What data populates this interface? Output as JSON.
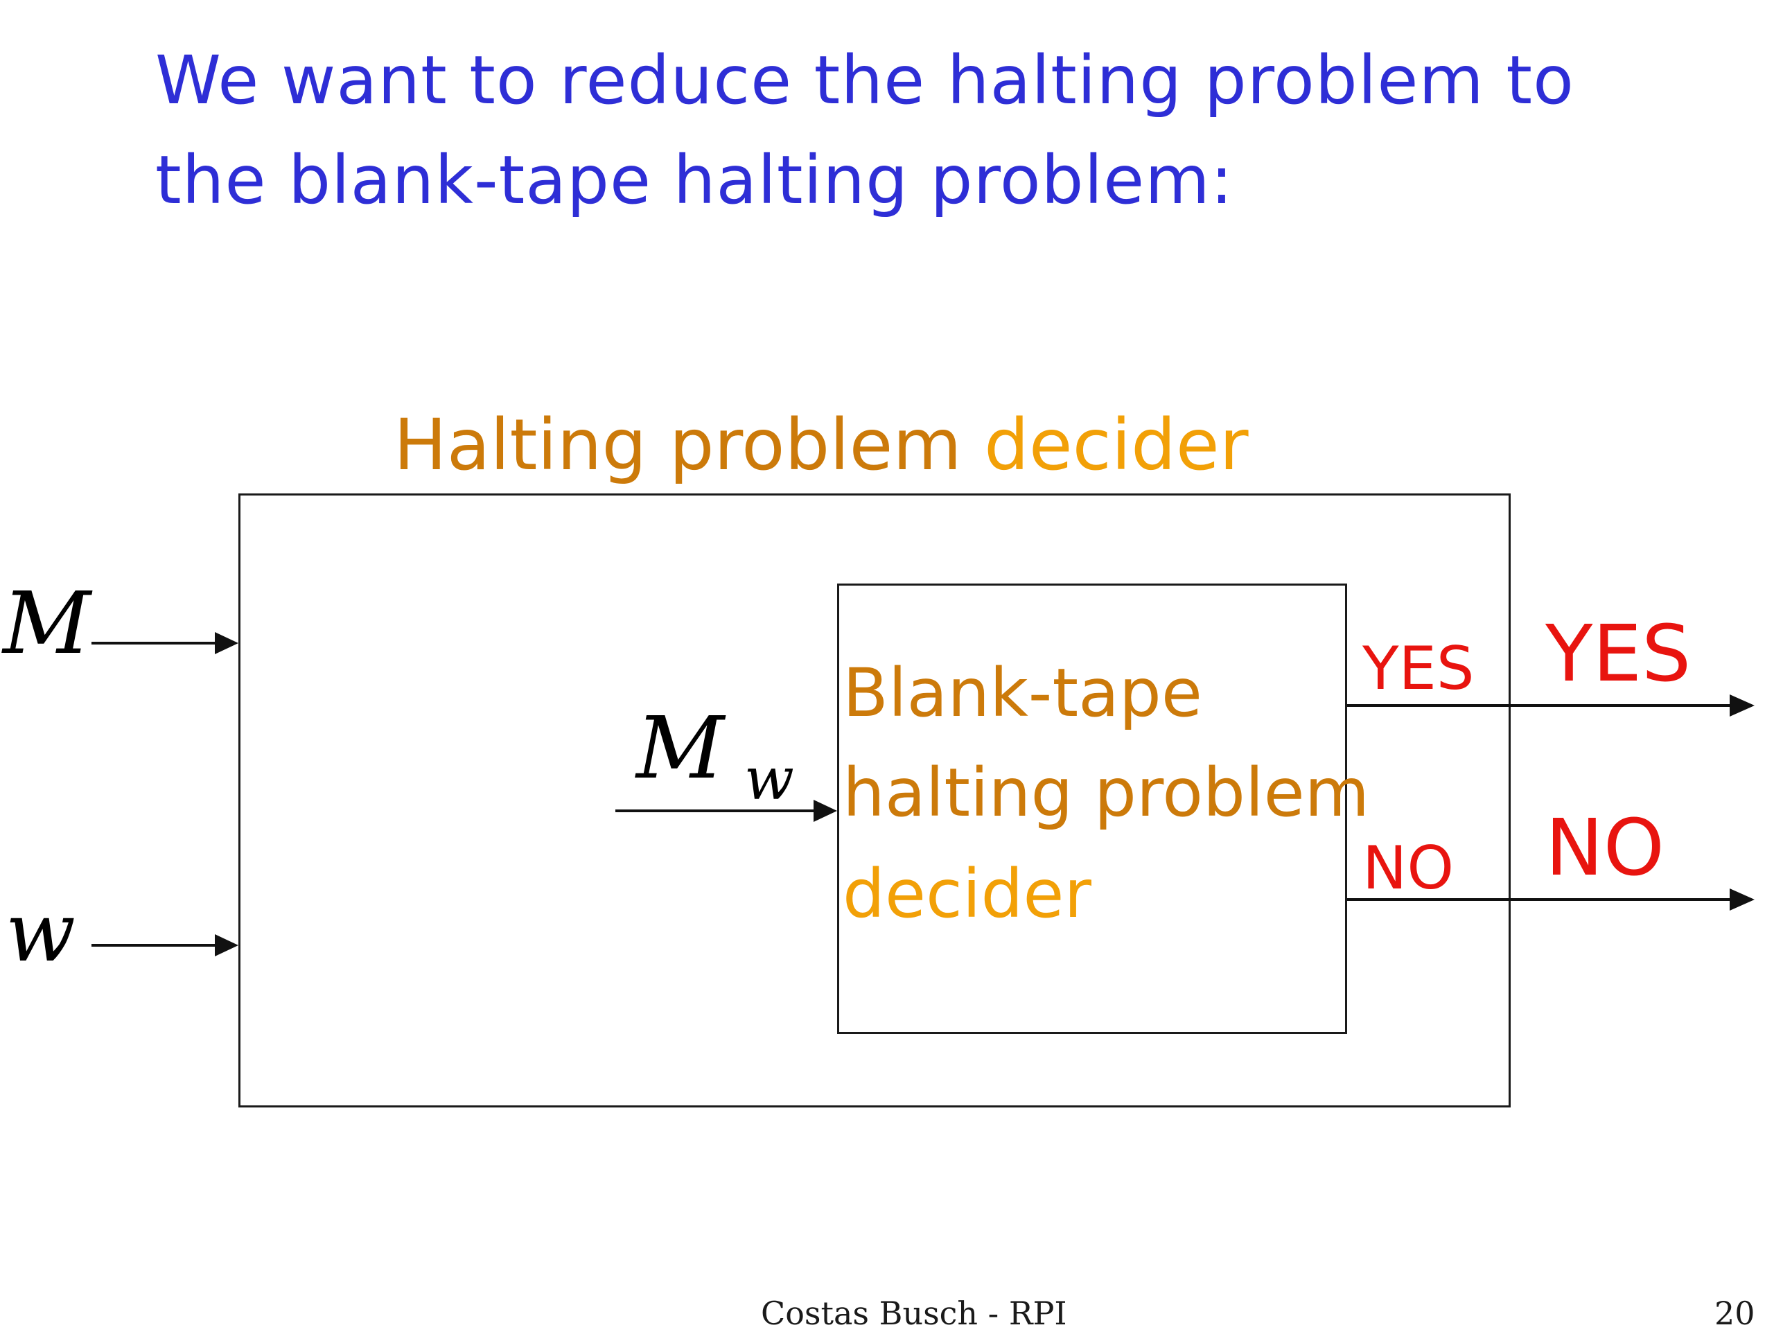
{
  "heading": {
    "line1": "We want to reduce the halting problem to",
    "line2": "the blank-tape halting problem:"
  },
  "outer_box": {
    "title_part1": "Halting problem ",
    "title_part2": "decider"
  },
  "inner_box": {
    "line1": "Blank-tape",
    "line2": "halting problem",
    "line3": "decider"
  },
  "inputs": {
    "m": "M",
    "w": "w",
    "mw_main": "M",
    "mw_sub": "w"
  },
  "outputs": {
    "inner_yes": "YES",
    "inner_no": "NO",
    "outer_yes": "YES",
    "outer_no": "NO"
  },
  "footer": {
    "credit": "Costas Busch - RPI",
    "page": "20"
  },
  "colors": {
    "heading": "#2e2ed6",
    "title_dark_orange": "#cc7a0a",
    "title_light_orange": "#f2a007",
    "output_red": "#e8140f",
    "line": "#111111"
  }
}
